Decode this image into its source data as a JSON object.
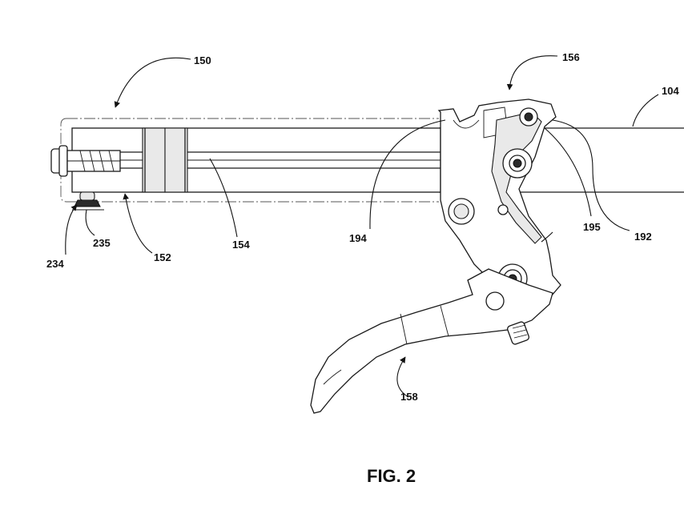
{
  "figure": {
    "caption": "FIG. 2",
    "labels": {
      "l150": "150",
      "l156": "156",
      "l104": "104",
      "l194": "194",
      "l195": "195",
      "l192": "192",
      "l234": "234",
      "l235": "235",
      "l152": "152",
      "l154": "154",
      "l158": "158"
    }
  }
}
